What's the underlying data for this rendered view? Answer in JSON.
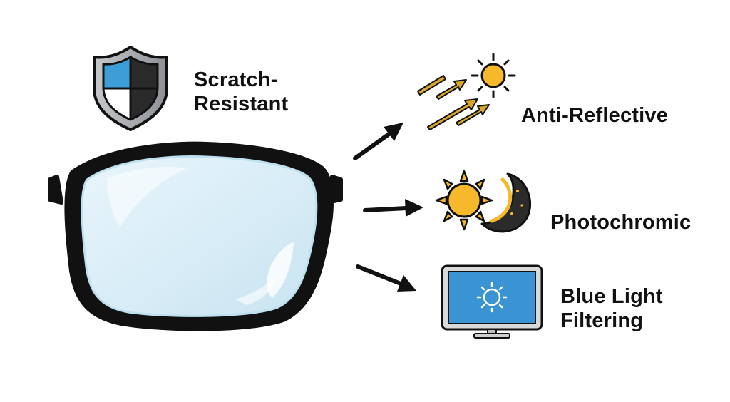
{
  "labels": {
    "scratch_line1": "Scratch-",
    "scratch_line2": "Resistant",
    "anti_reflective": "Anti-Reflective",
    "photochromic": "Photochromic",
    "blue_line1": "Blue Light",
    "blue_line2": "Filtering"
  },
  "icons": {
    "shield": "shield-icon",
    "sun": "sun-icon",
    "moon": "moon-icon",
    "monitor": "monitor-icon",
    "eyeglasses": "eyeglasses-lens-icon"
  },
  "colors": {
    "outline": "#111111",
    "lens_fill": "#dbeef7",
    "lens_edge": "#bfe0ee",
    "shield_blue": "#3d9dd6",
    "shield_dark": "#2a2a2a",
    "shield_silver": "#a9acb0",
    "sun_yellow": "#f6b92b",
    "ray_gold": "#d8a62a",
    "moon_dark": "#2b2b2b",
    "screen_blue": "#3a93d2"
  }
}
